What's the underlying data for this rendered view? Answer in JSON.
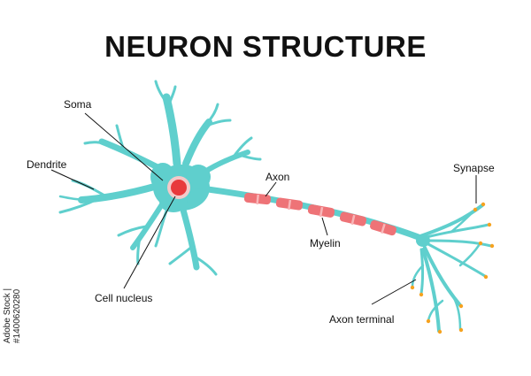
{
  "diagram": {
    "title": "NEURON STRUCTURE",
    "labels": {
      "soma": "Soma",
      "dendrite": "Dendrite",
      "cell_nucleus": "Cell nucleus",
      "axon": "Axon",
      "myelin": "Myelin",
      "synapse": "Synapse",
      "axon_terminal": "Axon terminal"
    }
  },
  "stock_id": "Adobe Stock | #1400620280",
  "colors": {
    "neuron": "#5fcfcd",
    "nucleus_ring": "#f4c9c9",
    "nucleus": "#e8393c",
    "myelin": "#ee7377",
    "myelin_light": "#f8b6b8",
    "synapse_dot": "#f5a21f",
    "text": "#111111"
  }
}
